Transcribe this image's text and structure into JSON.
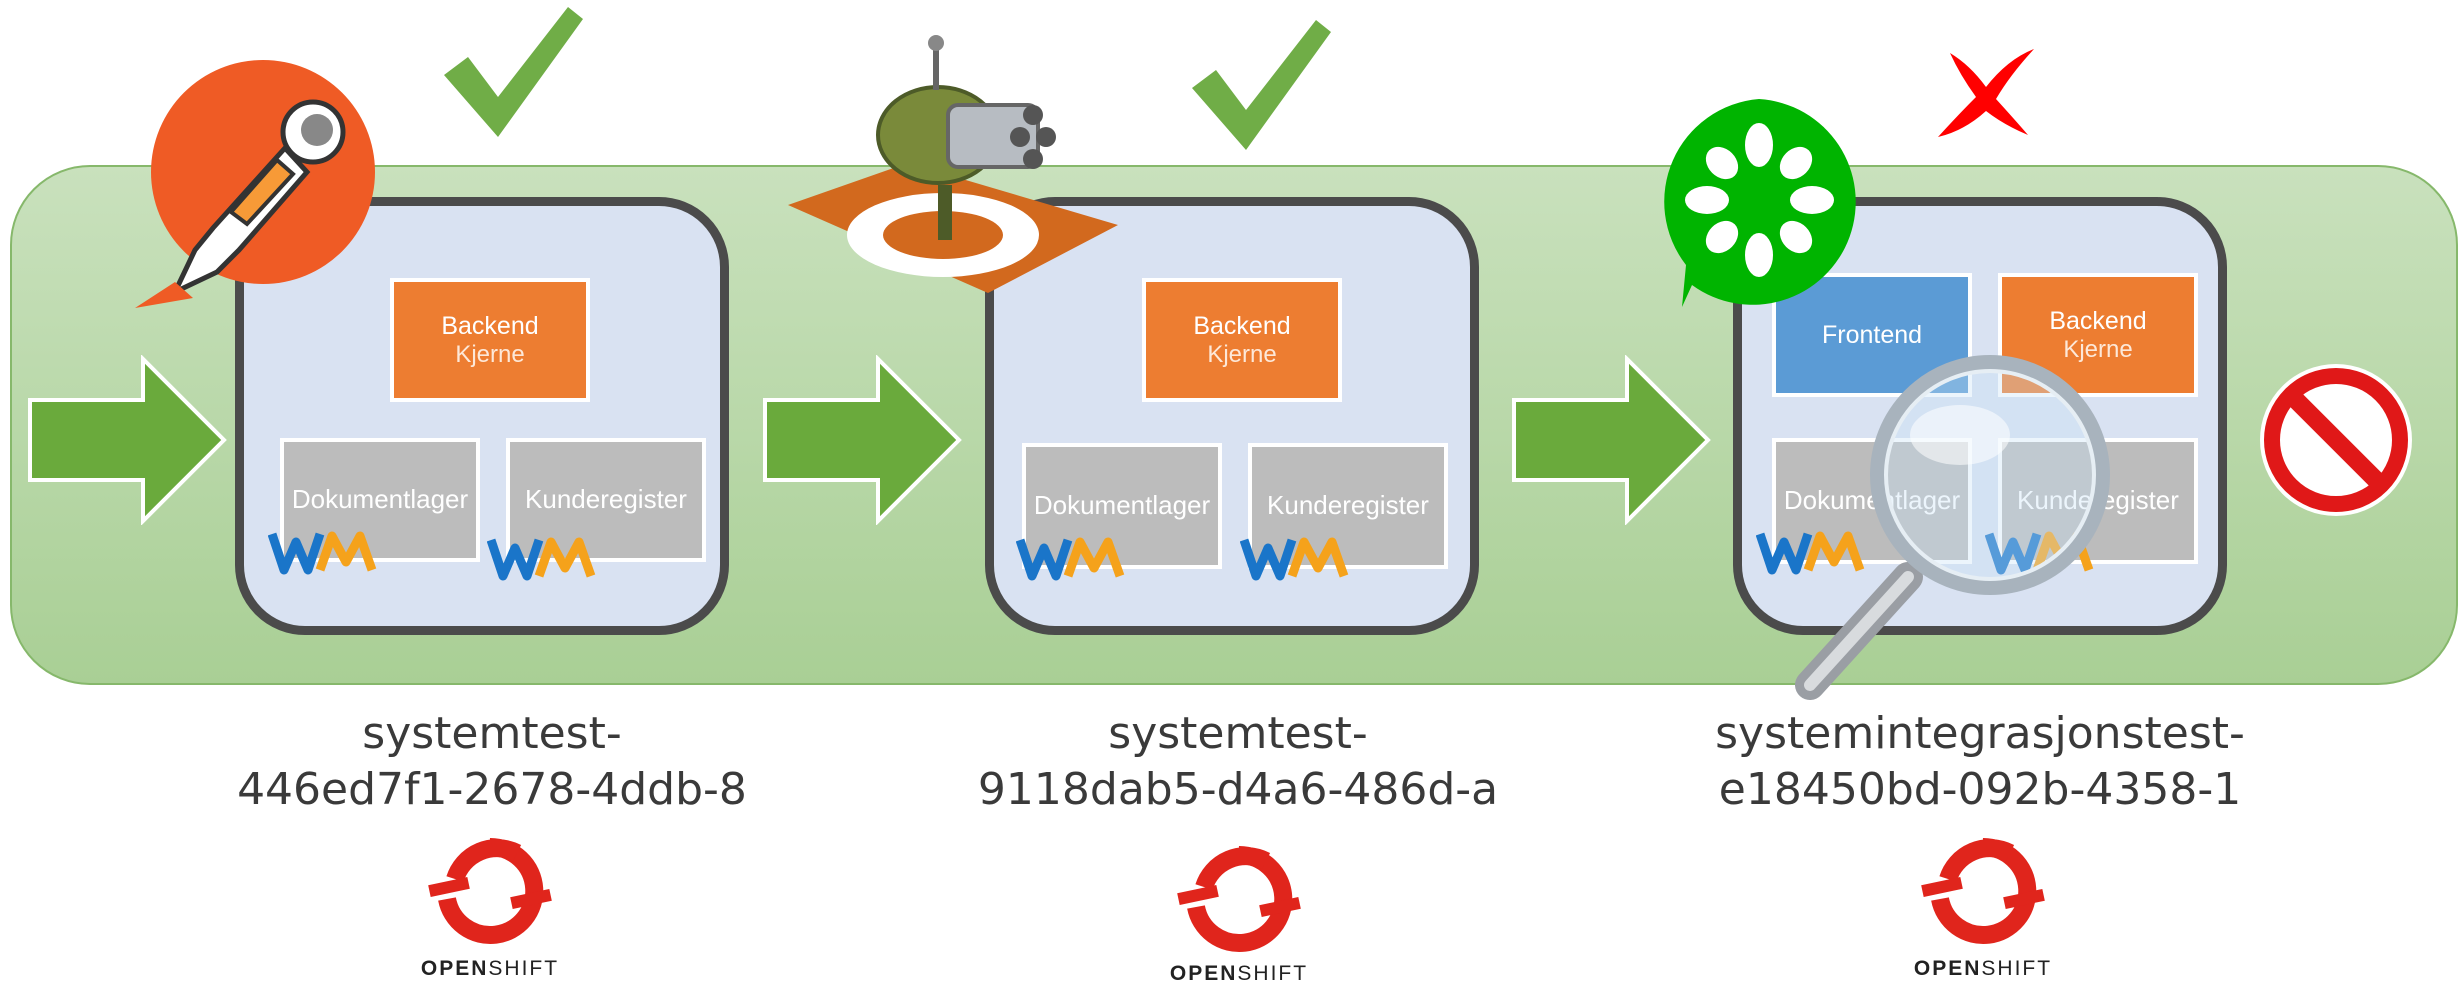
{
  "stages": [
    {
      "env_name_line1": "systemtest-",
      "env_name_line2": "446ed7f1-2678-4ddb-8",
      "status": "success",
      "tool_icon": "postman-icon",
      "components": {
        "backend_title": "Backend",
        "backend_sub": "Kjerne",
        "doc": "Dokumentlager",
        "cust": "Kunderegister"
      }
    },
    {
      "env_name_line1": "systemtest-",
      "env_name_line2": "9118dab5-d4a6-486d-a",
      "status": "success",
      "tool_icon": "gatling-icon",
      "components": {
        "backend_title": "Backend",
        "backend_sub": "Kjerne",
        "doc": "Dokumentlager",
        "cust": "Kunderegister"
      }
    },
    {
      "env_name_line1": "systemintegrasjonstest-",
      "env_name_line2": "e18450bd-092b-4358-1",
      "status": "failure",
      "tool_icon": "cucumber-icon",
      "components": {
        "frontend": "Frontend",
        "backend_title": "Backend",
        "backend_sub": "Kjerne",
        "doc": "Dokumentlager",
        "cust": "Kunderegister"
      }
    }
  ],
  "platform": {
    "open": "OPEN",
    "shift": "SHIFT"
  },
  "icons": [
    "flow-arrow-icon",
    "check-icon",
    "cross-icon",
    "wiremock-icon",
    "magnifier-icon",
    "prohibited-icon",
    "openshift-logo-icon"
  ],
  "colors": {
    "band": "#a9cf95",
    "arrow": "#6aaa3c",
    "check": "#70ad47",
    "cross": "#ff0000",
    "backend": "#ed7d31",
    "frontend": "#5b9bd5",
    "service": "#bcbcbc",
    "panel": "#d9e2f2",
    "openshift_red": "#e0251c"
  }
}
